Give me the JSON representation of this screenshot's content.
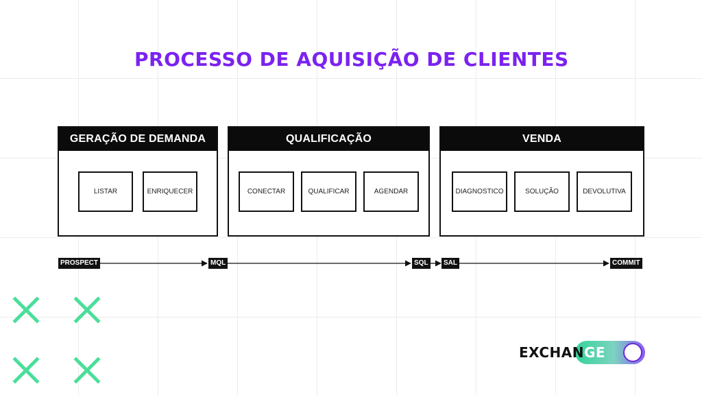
{
  "title": "PROCESSO DE AQUISIÇÃO DE CLIENTES",
  "stages": [
    {
      "title": "GERAÇÃO DE DEMANDA",
      "steps": [
        "LISTAR",
        "ENRIQUECER"
      ]
    },
    {
      "title": "QUALIFICAÇÃO",
      "steps": [
        "CONECTAR",
        "QUALIFICAR",
        "AGENDAR"
      ]
    },
    {
      "title": "VENDA",
      "steps": [
        "DIAGNOSTICO",
        "SOLUÇÃO",
        "DEVOLUTIVA"
      ]
    }
  ],
  "milestones": [
    "PROSPECT",
    "MQL",
    "SQL",
    "SAL",
    "COMMIT"
  ],
  "logo": {
    "text_dark": "EXCHAN",
    "text_light": "GE"
  },
  "colors": {
    "accent": "#7b22f0",
    "green": "#34d399",
    "dark": "#0b0b0b"
  },
  "icons": [
    "cross-icon",
    "cross-icon",
    "cross-icon",
    "cross-icon",
    "toggle-icon"
  ]
}
